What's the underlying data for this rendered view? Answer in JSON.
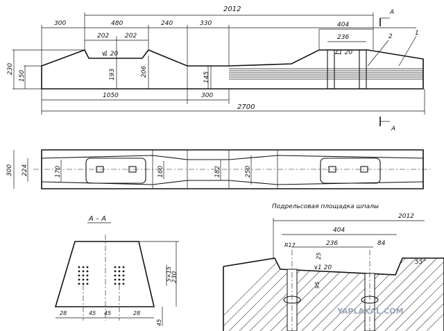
{
  "dimensions": {
    "total_length": "2012",
    "d300_top": "300",
    "d480": "480",
    "d202_a": "202",
    "d202_b": "202",
    "d240": "240",
    "d330": "330",
    "d404_top": "404",
    "d236_top": "236",
    "d230": "230",
    "d150": "150",
    "d193": "193",
    "d206": "206",
    "d145": "145",
    "d1050": "1050",
    "d300_mid": "300",
    "d2700": "2700",
    "slope_left": "1 20",
    "slope_right": "1 20",
    "plan_300": "300",
    "plan_224": "224",
    "plan_170": "170",
    "plan_160": "160",
    "plan_182": "182",
    "plan_250": "250"
  },
  "labels": {
    "section_mark_top": "A",
    "section_mark_bottom": "A",
    "callout_1": "1",
    "callout_2": "2"
  },
  "section": {
    "title": "А – А",
    "d28_left": "28",
    "d45_a": "45",
    "d45_b": "45",
    "d28_right": "28",
    "d5x15": "5×15",
    "d230": "230",
    "d45_bottom": "45"
  },
  "detail": {
    "title": "Подрельсовая площадка шпалы",
    "d2012": "2012",
    "d404": "404",
    "r17": "R17",
    "d236": "236",
    "d84": "84",
    "d25": "25",
    "slope": "1 20",
    "d95": "95",
    "angle": "55°"
  },
  "watermark": "YAPLAKAL.COM"
}
